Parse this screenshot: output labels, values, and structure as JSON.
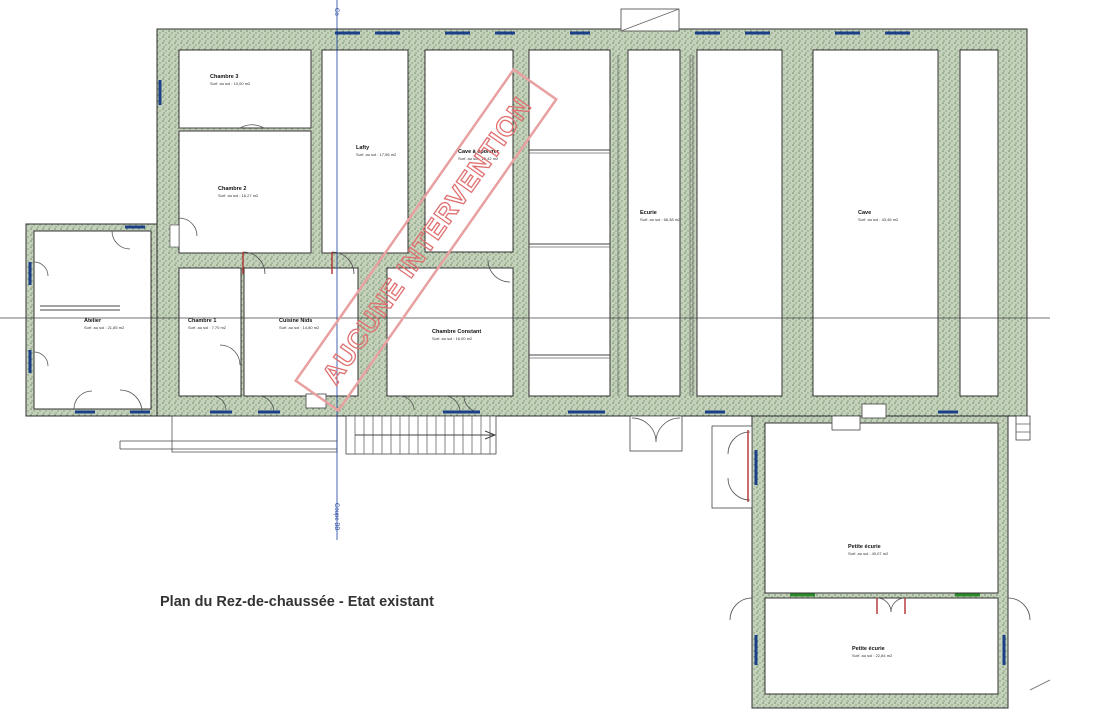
{
  "title": "Plan du Rez-de-chaussée - Etat existant",
  "stamp": "AUCUNE INTERVENTION",
  "axes": {
    "vertical_top": "Co",
    "vertical_bottom": "Coupe BB"
  },
  "rooms": {
    "chambre3": {
      "name": "Chambre 3",
      "area": "Surf. au sol : 10,00 m2"
    },
    "chambre2": {
      "name": "Chambre 2",
      "area": "Surf. au sol : 16,27 m2"
    },
    "lafty": {
      "name": "Lafty",
      "area": "Surf. au sol : 17,56 m2"
    },
    "cave_epoivrer": {
      "name": "Cave à epoivrer",
      "area": "Surf. au sol : 15,42 m2"
    },
    "ecurie": {
      "name": "Ecurie",
      "area": "Surf. au sol : 68,38 m2"
    },
    "cave": {
      "name": "Cave",
      "area": "Surf. au sol : 43,46 m2"
    },
    "atelier": {
      "name": "Atelier",
      "area": "Surf. au sol : 21,85 m2"
    },
    "chambre1": {
      "name": "Chambre 1",
      "area": "Surf. au sol : 7,70 m2"
    },
    "cuisine": {
      "name": "Cuisine Nids",
      "area": "Surf. au sol : 14,80 m2"
    },
    "chambre_constant": {
      "name": "Chambre Constant",
      "area": "Surf. au sol : 16,00 m2"
    },
    "petite_ecurie1": {
      "name": "Petite écurie",
      "area": "Surf. au sol : 40,07 m2"
    },
    "petite_ecurie2": {
      "name": "Petite écurie",
      "area": "Surf. au sol : 22,84 m2"
    }
  },
  "colors": {
    "wall": "#b9c9b0",
    "window": "#1c3f8a",
    "axis": "#1a3fa0",
    "stamp": "#e07070",
    "door": "#b03030"
  }
}
